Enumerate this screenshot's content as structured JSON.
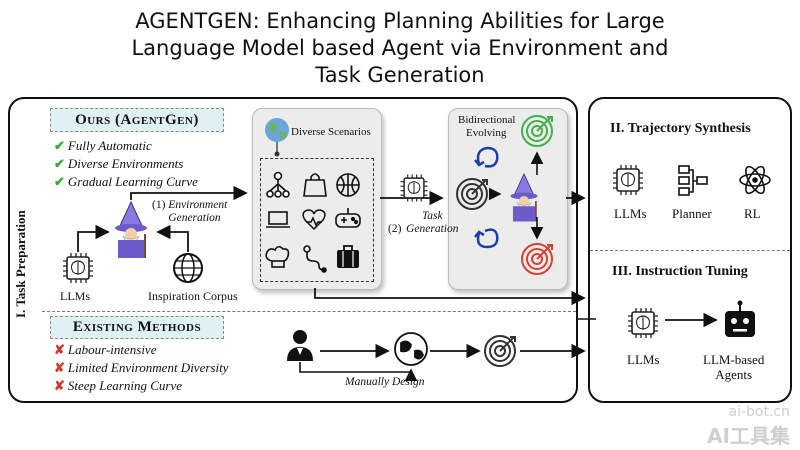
{
  "title_line1": "AGENTGEN: Enhancing Planning Abilities for Large",
  "title_line2": "Language Model based Agent via Environment and",
  "title_line3": "Task Generation",
  "task_preparation_label": "I. Task Preparation",
  "ours": {
    "header": "Ours (AgentGen)",
    "features": [
      "Fully Automatic",
      "Diverse Environments",
      "Gradual Learning Curve"
    ],
    "env_gen_label_prefix": "(1)",
    "env_gen_label_italic": "Environment Generation",
    "llms_label": "LLMs",
    "corpus_label": "Inspiration Corpus",
    "diverse_scenarios_label": "Diverse Scenarios",
    "task_gen_label_prefix": "(2)",
    "task_gen_label_italic": "Task Generation",
    "bidirectional_label_line1": "Bidirectional",
    "bidirectional_label_line2": "Evolving"
  },
  "existing": {
    "header": "Existing Methods",
    "features": [
      "Labour-intensive",
      "Limited Environment Diversity",
      "Steep Learning Curve"
    ],
    "manual_label": "Manually Design"
  },
  "trajectory": {
    "title": "II. Trajectory Synthesis",
    "items": [
      "LLMs",
      "Planner",
      "RL"
    ]
  },
  "instruction": {
    "title": "III. Instruction Tuning",
    "llms_label": "LLMs",
    "agents_label_line1": "LLM-based",
    "agents_label_line2": "Agents"
  },
  "watermark_line1": "ai-bot.cn",
  "watermark_line2": "AI工具集",
  "colors": {
    "header_bg": "#dff1f5",
    "check": "#3aa53a",
    "cross": "#d13a2a",
    "target_green": "#3fb24a",
    "target_red": "#d8402f",
    "wizard": "#7a6bd1"
  }
}
